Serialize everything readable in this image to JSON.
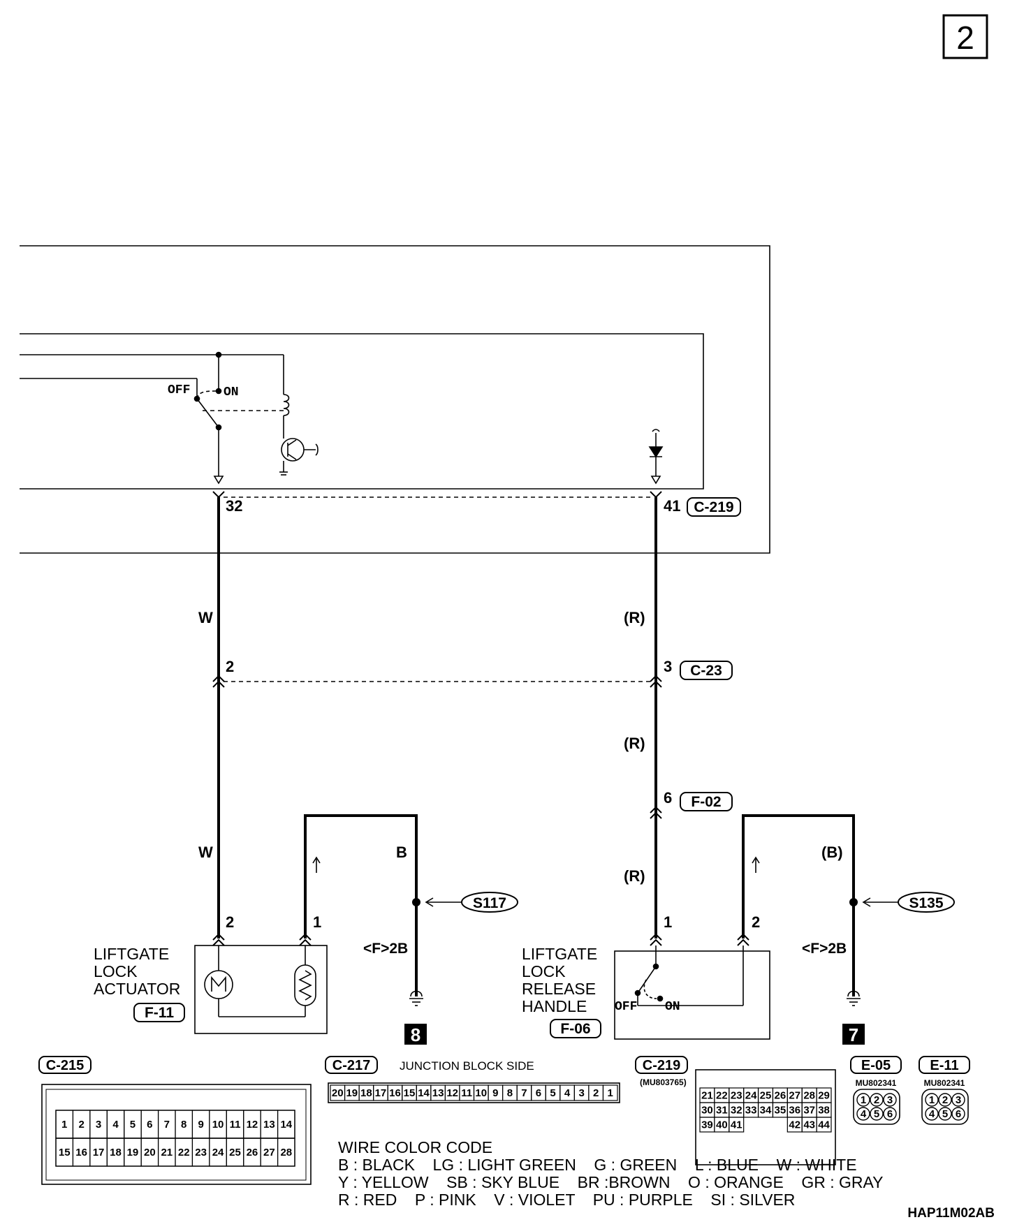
{
  "page_number": "2",
  "ecu_switch": {
    "off_label": "OFF",
    "on_label": "ON"
  },
  "wires": {
    "left_color_upper": "W",
    "left_color_lower": "W",
    "right_color_1": "(R)",
    "right_color_2": "(R)",
    "right_color_3": "(R)",
    "ground_left_color": "B",
    "ground_right_color": "(B)"
  },
  "pins": {
    "c219_left": "32",
    "c219_right": "41",
    "c23_left": "2",
    "c23_right": "3",
    "f02_right": "6",
    "actuator_pin_2": "2",
    "actuator_pin_1": "1",
    "handle_pin_1": "1",
    "handle_pin_2": "2"
  },
  "connectors": {
    "c219": "C-219",
    "c23": "C-23",
    "f02": "F-02",
    "f11": "F-11",
    "f06": "F-06"
  },
  "splices": {
    "left": "S117",
    "right": "S135"
  },
  "grounds": {
    "left_ref": "<F>2B",
    "right_ref": "<F>2B",
    "left_point": "8",
    "right_point": "7"
  },
  "components": {
    "actuator": [
      "LIFTGATE",
      "LOCK",
      "ACTUATOR"
    ],
    "handle": [
      "LIFTGATE",
      "LOCK",
      "RELEASE",
      "HANDLE"
    ],
    "handle_off": "OFF",
    "handle_on": "ON"
  },
  "connector_views": {
    "c215": {
      "label": "C-215",
      "row1": [
        "1",
        "2",
        "3",
        "4",
        "5",
        "6",
        "7",
        "8",
        "9",
        "10",
        "11",
        "12",
        "13",
        "14"
      ],
      "row2": [
        "15",
        "16",
        "17",
        "18",
        "19",
        "20",
        "21",
        "22",
        "23",
        "24",
        "25",
        "26",
        "27",
        "28"
      ]
    },
    "c217": {
      "label": "C-217",
      "note": "JUNCTION BLOCK SIDE",
      "pins": [
        "20",
        "19",
        "18",
        "17",
        "16",
        "15",
        "14",
        "13",
        "12",
        "11",
        "10",
        "9",
        "8",
        "7",
        "6",
        "5",
        "4",
        "3",
        "2",
        "1"
      ]
    },
    "c219": {
      "label": "C-219",
      "part": "(MU803765)",
      "row1": [
        "21",
        "22",
        "23",
        "24",
        "25",
        "26",
        "27",
        "28",
        "29"
      ],
      "row2": [
        "30",
        "31",
        "32",
        "33",
        "34",
        "35",
        "36",
        "37",
        "38"
      ],
      "row3": [
        "39",
        "40",
        "41",
        "",
        "",
        "",
        "42",
        "43",
        "44"
      ]
    },
    "e05": {
      "label": "E-05",
      "part": "MU802341",
      "pins": [
        "1",
        "2",
        "3",
        "4",
        "5",
        "6"
      ]
    },
    "e11": {
      "label": "E-11",
      "part": "MU802341",
      "pins": [
        "1",
        "2",
        "3",
        "4",
        "5",
        "6"
      ]
    }
  },
  "wire_color_code": {
    "title": "WIRE COLOR CODE",
    "line1": "B : BLACK    LG : LIGHT GREEN    G : GREEN    L : BLUE    W : WHITE",
    "line2": "Y : YELLOW    SB : SKY BLUE    BR :BROWN    O : ORANGE    GR : GRAY",
    "line3": "R : RED    P : PINK    V : VIOLET    PU : PURPLE    SI : SILVER"
  },
  "figure_code": "HAP11M02AB"
}
